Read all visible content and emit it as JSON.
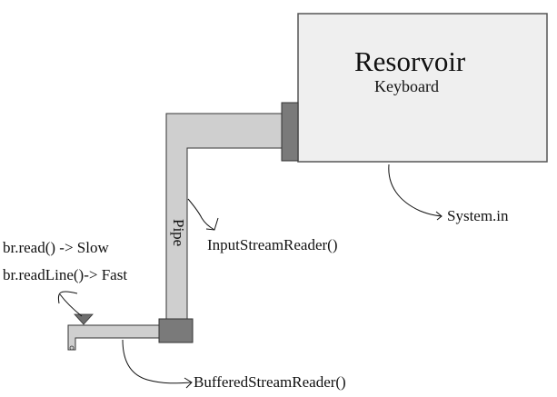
{
  "reservoir": {
    "title": "Resorvoir",
    "subtitle": "Keyboard"
  },
  "pipe_label": "Pipe",
  "labels": {
    "system_in": "System.in",
    "input_stream_reader": "InputStreamReader()",
    "buffered_stream_reader": "BufferedStreamReader()",
    "read_slow": "br.read() -> Slow",
    "readline_fast": "br.readLine()-> Fast"
  },
  "colors": {
    "reservoir_fill": "#efefef",
    "pipe_fill": "#cfcfcf",
    "connector_fill": "#7a7a7a",
    "valve_fill": "#6e6e6e",
    "stroke": "#333333"
  }
}
